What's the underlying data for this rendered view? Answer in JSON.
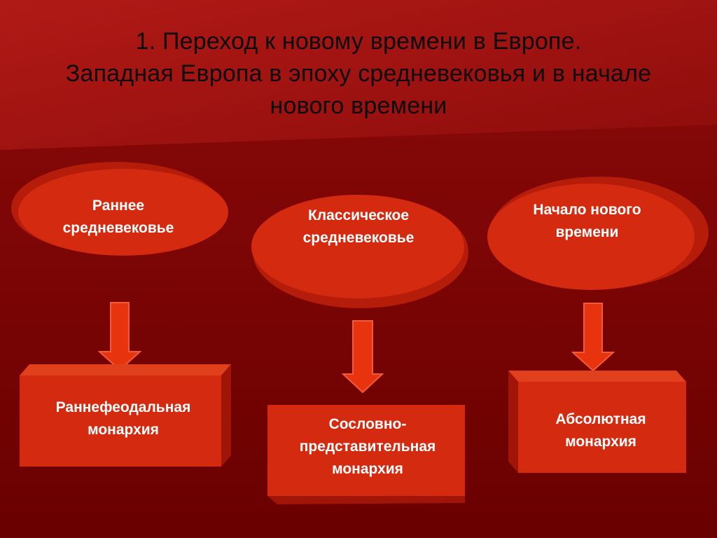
{
  "slide": {
    "title_lines": [
      "1. Переход к новому времени в Европе.",
      "Западная Европа в эпоху средневековья  и в начале",
      "нового времени"
    ]
  },
  "periods": [
    {
      "name": "Раннее средневековье",
      "lines": [
        "Раннее",
        "средневековье"
      ],
      "result_lines": [
        "Раннефеодальная",
        "монархия"
      ]
    },
    {
      "name": "Классическое средневековье",
      "lines": [
        "Классическое",
        "средневековье"
      ],
      "result_lines": [
        "Сословно-",
        "представительная",
        "монархия"
      ]
    },
    {
      "name": "Начало нового времени",
      "lines": [
        "Начало нового",
        "времени"
      ],
      "result_lines": [
        "Абсолютная",
        "монархия"
      ]
    }
  ],
  "colors": {
    "background": "#6e0000",
    "shape_fill": "#d42a10",
    "shape_shadow": "#b51c0a",
    "arrow_fill": "#e8330f",
    "text": "#ffffff",
    "title": "#0d0d0d"
  }
}
